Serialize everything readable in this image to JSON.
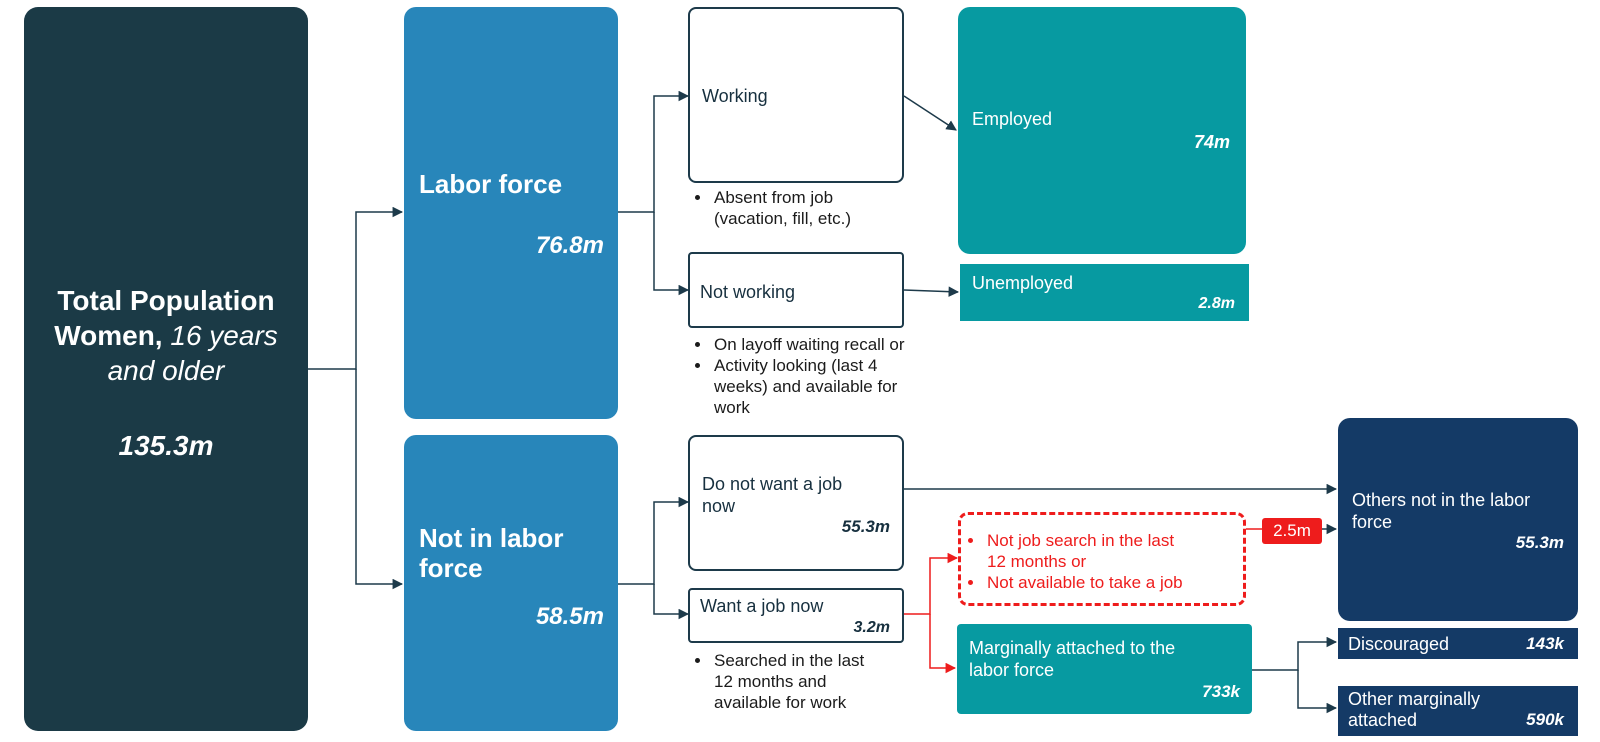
{
  "total": {
    "title_line1": "Total Population",
    "title_line2_bold": "Women,",
    "title_line2_italic": "16 years",
    "title_line3_italic": "and older",
    "value": "135.3m"
  },
  "labor_force": {
    "label": "Labor force",
    "value": "76.8m"
  },
  "not_in_labor_force": {
    "label_line1": "Not in labor",
    "label_line2": "force",
    "value": "58.5m"
  },
  "working": {
    "label": "Working",
    "notes": [
      "Absent from job",
      "(vacation, fill, etc.)"
    ]
  },
  "not_working": {
    "label": "Not working",
    "notes": [
      "On layoff waiting recall or",
      "Activity looking (last 4",
      "weeks) and available for",
      "work"
    ]
  },
  "employed": {
    "label": "Employed",
    "value": "74m"
  },
  "unemployed": {
    "label": "Unemployed",
    "value": "2.8m"
  },
  "no_job_now": {
    "label_line1": "Do not want a job",
    "label_line2": "now",
    "value": "55.3m"
  },
  "want_job_now": {
    "label": "Want a job now",
    "value": "3.2m",
    "notes": [
      "Searched in the last",
      "12 months and",
      "available for work"
    ]
  },
  "red_criteria": {
    "items": [
      "Not job search in the last",
      "12 months or",
      "Not available to take a job"
    ],
    "flow_label": "2.5m"
  },
  "others_not_in_lf": {
    "label_line1": "Others not in the labor",
    "label_line2": "force",
    "value": "55.3m"
  },
  "marginally_attached": {
    "label_line1": "Marginally attached to the",
    "label_line2": "labor force",
    "value": "733k"
  },
  "discouraged": {
    "label": "Discouraged",
    "value": "143k"
  },
  "other_marginally": {
    "label_line1": "Other marginally",
    "label_line2": "attached",
    "value": "590k"
  },
  "colors": {
    "total_bg": "#1b3a46",
    "blue_bg": "#2886ba",
    "teal_bg": "#079aa1",
    "navy_bg": "#143a66",
    "red": "#ee1c1c",
    "line": "#1d3a4a"
  }
}
